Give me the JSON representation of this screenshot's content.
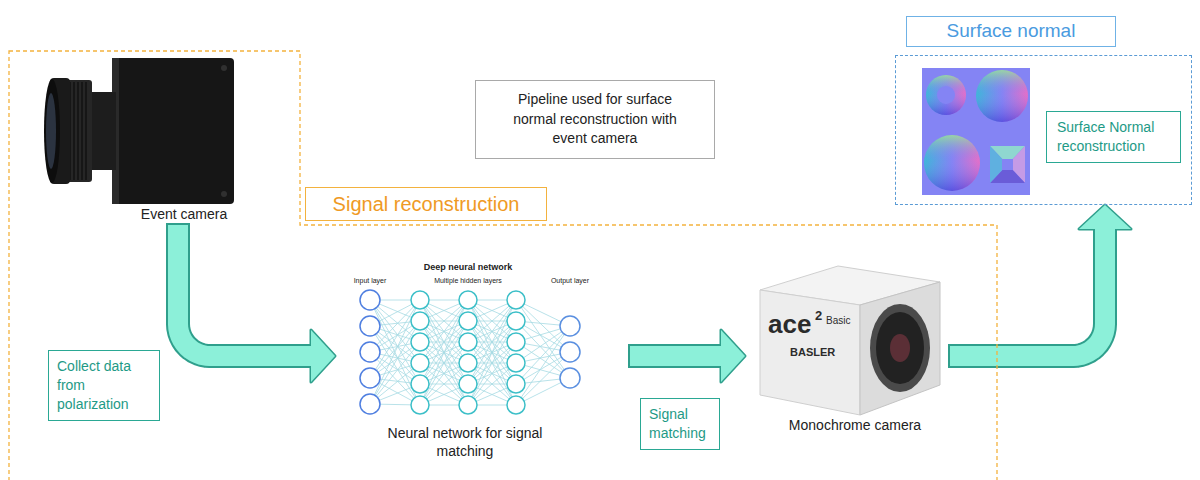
{
  "diagram": {
    "nodes": [
      {
        "text": [
          "Signal reconstruction"
        ]
      },
      {
        "text": [
          "Event camera"
        ],
        "in": 0
      },
      {
        "text": [
          "Neural network for signal matching"
        ],
        "in": 0
      },
      {
        "text": [
          "Monochrome camera"
        ],
        "in": 0
      },
      {
        "text": [
          "Pipeline used for surface normal reconstruction with event camera"
        ]
      },
      {
        "text": [
          "Surface normal"
        ]
      },
      {
        "text": [
          "Surface Normal reconstruction"
        ],
        "in": 5
      }
    ],
    "edges": [
      {
        "from": 1,
        "to": 2,
        "arrow": "to",
        "label": "Collect data from polarization"
      },
      {
        "from": 2,
        "to": 3,
        "arrow": "to",
        "label": "Signal matching"
      },
      {
        "from": 3,
        "to": 5,
        "arrow": "to"
      }
    ],
    "labels": [
      "Deep neural network",
      "Input layer",
      "Multiple hidden layers",
      "Output layer",
      "ace",
      "2",
      "Basic",
      "BASLER"
    ]
  }
}
